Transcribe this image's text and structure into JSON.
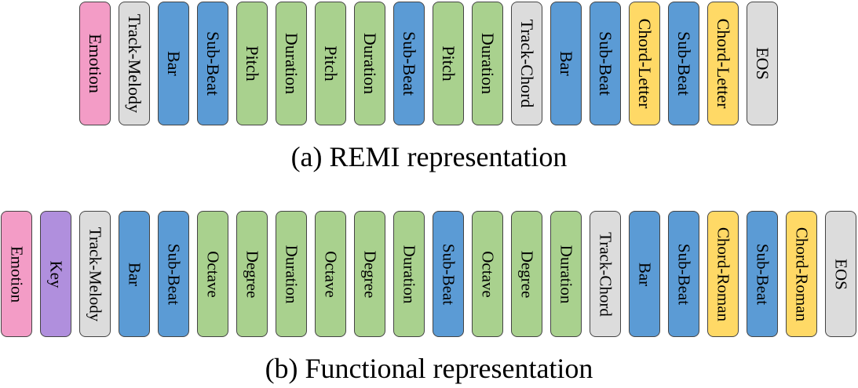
{
  "remi": {
    "caption": "(a) REMI representation",
    "tokens": [
      {
        "label": "Emotion",
        "type": "emotion"
      },
      {
        "label": "Track-Melody",
        "type": "track"
      },
      {
        "label": "Bar",
        "type": "bar"
      },
      {
        "label": "Sub-Beat",
        "type": "subbeat"
      },
      {
        "label": "Pitch",
        "type": "pitch"
      },
      {
        "label": "Duration",
        "type": "duration"
      },
      {
        "label": "Pitch",
        "type": "pitch"
      },
      {
        "label": "Duration",
        "type": "duration"
      },
      {
        "label": "Sub-Beat",
        "type": "subbeat"
      },
      {
        "label": "Pitch",
        "type": "pitch"
      },
      {
        "label": "Duration",
        "type": "duration"
      },
      {
        "label": "Track-Chord",
        "type": "track"
      },
      {
        "label": "Bar",
        "type": "bar"
      },
      {
        "label": "Sub-Beat",
        "type": "subbeat"
      },
      {
        "label": "Chord-Letter",
        "type": "chord"
      },
      {
        "label": "Sub-Beat",
        "type": "subbeat"
      },
      {
        "label": "Chord-Letter",
        "type": "chord"
      },
      {
        "label": "EOS",
        "type": "eos"
      }
    ]
  },
  "functional": {
    "caption": "(b) Functional representation",
    "tokens": [
      {
        "label": "Emotion",
        "type": "emotion"
      },
      {
        "label": "Key",
        "type": "key"
      },
      {
        "label": "Track-Melody",
        "type": "track"
      },
      {
        "label": "Bar",
        "type": "bar"
      },
      {
        "label": "Sub-Beat",
        "type": "subbeat"
      },
      {
        "label": "Octave",
        "type": "octave"
      },
      {
        "label": "Degree",
        "type": "degree"
      },
      {
        "label": "Duration",
        "type": "duration"
      },
      {
        "label": "Octave",
        "type": "octave"
      },
      {
        "label": "Degree",
        "type": "degree"
      },
      {
        "label": "Duration",
        "type": "duration"
      },
      {
        "label": "Sub-Beat",
        "type": "subbeat"
      },
      {
        "label": "Octave",
        "type": "octave"
      },
      {
        "label": "Degree",
        "type": "degree"
      },
      {
        "label": "Duration",
        "type": "duration"
      },
      {
        "label": "Track-Chord",
        "type": "track"
      },
      {
        "label": "Bar",
        "type": "bar"
      },
      {
        "label": "Sub-Beat",
        "type": "subbeat"
      },
      {
        "label": "Chord-Roman",
        "type": "chord"
      },
      {
        "label": "Sub-Beat",
        "type": "subbeat"
      },
      {
        "label": "Chord-Roman",
        "type": "chord"
      },
      {
        "label": "EOS",
        "type": "eos"
      }
    ]
  },
  "colors": {
    "emotion": "#f39cc6",
    "key": "#b08fdd",
    "track": "#dcdcdc",
    "bar": "#5b9bd5",
    "subbeat": "#5b9bd5",
    "pitch": "#a9d18e",
    "duration": "#a9d18e",
    "octave": "#a9d18e",
    "degree": "#a9d18e",
    "chord": "#ffd966",
    "eos": "#dcdcdc"
  }
}
